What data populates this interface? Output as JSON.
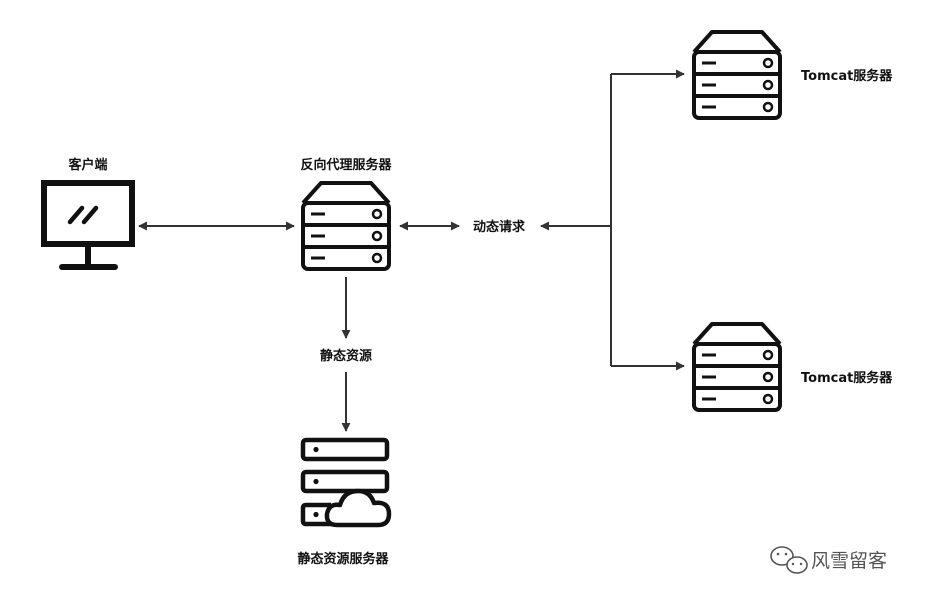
{
  "diagram": {
    "nodes": {
      "client": {
        "label": "客户端",
        "icon": "monitor-icon"
      },
      "proxy": {
        "label": "反向代理服务器",
        "icon": "server-icon"
      },
      "tomcat_top": {
        "label": "Tomcat服务器",
        "icon": "server-icon"
      },
      "tomcat_bottom": {
        "label": "Tomcat服务器",
        "icon": "server-icon"
      },
      "static_server": {
        "label": "静态资源服务器",
        "icon": "cloud-server-icon"
      }
    },
    "edge_labels": {
      "dynamic": "动态请求",
      "static": "静态资源"
    },
    "edges": [
      {
        "from": "client",
        "to": "proxy",
        "direction": "both"
      },
      {
        "from": "proxy",
        "to": "dynamic-request",
        "direction": "both"
      },
      {
        "from": "dynamic-request",
        "to": "tomcat_top",
        "direction": "both"
      },
      {
        "from": "dynamic-request",
        "to": "tomcat_bottom",
        "direction": "both"
      },
      {
        "from": "proxy",
        "to": "static-resources",
        "direction": "forward"
      },
      {
        "from": "static-resources",
        "to": "static_server",
        "direction": "forward"
      }
    ],
    "colors": {
      "icon": "#111111",
      "line": "#333333",
      "watermark": "#555555"
    }
  },
  "watermark": {
    "text": "风雪留客",
    "icon": "wechat-icon"
  }
}
